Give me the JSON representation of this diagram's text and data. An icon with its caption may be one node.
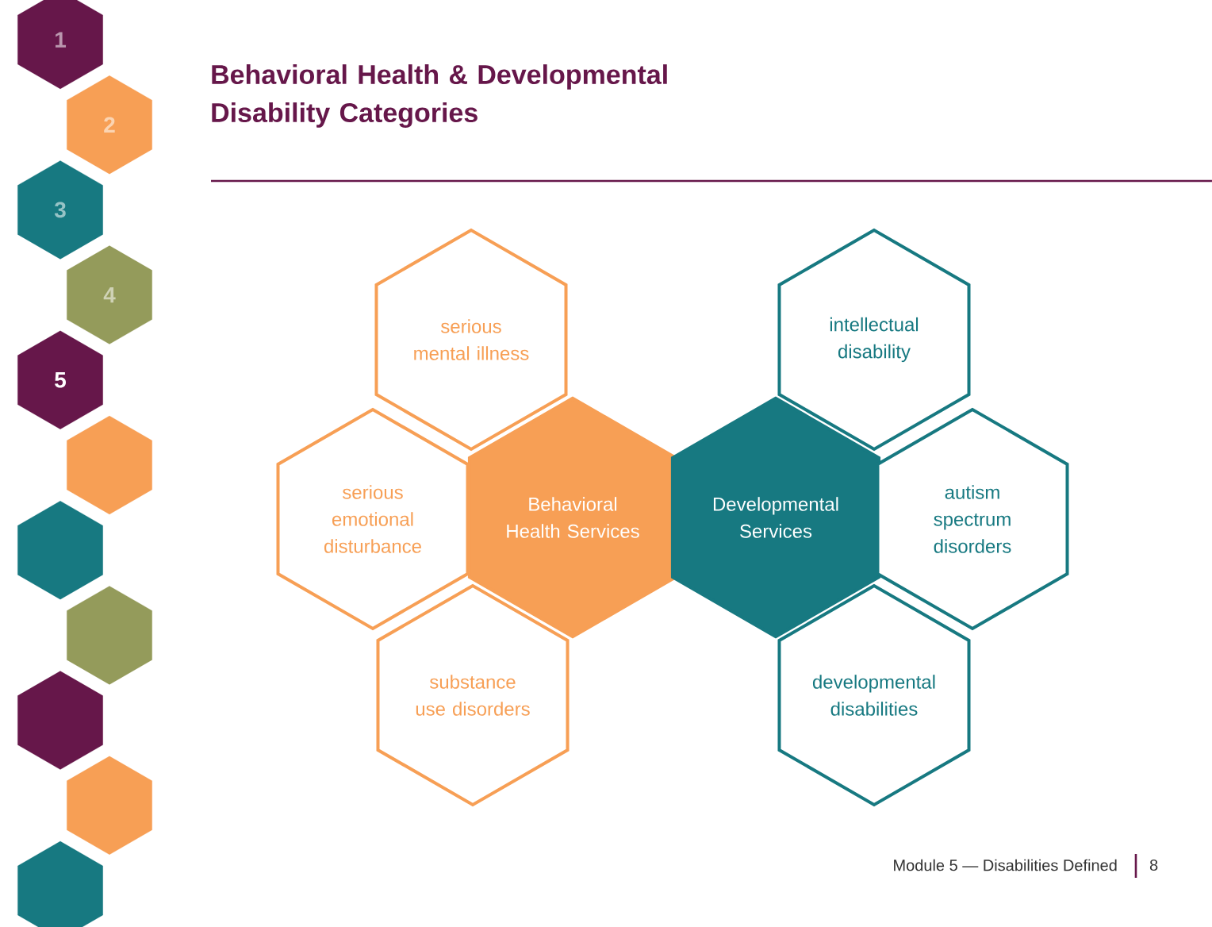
{
  "diagram": {
    "title": "Behavioral Health & Developmental Disability Categories",
    "nodes": [
      {
        "text": [
          "1"
        ]
      },
      {
        "text": [
          "2"
        ]
      },
      {
        "text": [
          "3"
        ]
      },
      {
        "text": [
          "4"
        ]
      },
      {
        "text": [
          "5"
        ]
      },
      {
        "text": [],
        "shape": "hexagon"
      },
      {
        "text": [],
        "shape": "hexagon"
      },
      {
        "text": [],
        "shape": "hexagon"
      },
      {
        "text": [],
        "shape": "hexagon"
      },
      {
        "text": [],
        "shape": "hexagon"
      },
      {
        "text": [],
        "shape": "hexagon"
      },
      {
        "text": [
          "serious mental illness"
        ]
      },
      {
        "text": [
          "serious emotional disturbance"
        ]
      },
      {
        "text": [
          "Behavioral Health Services"
        ]
      },
      {
        "text": [
          "substance use disorders"
        ]
      },
      {
        "text": [
          "intellectual disability"
        ]
      },
      {
        "text": [
          "Developmental Services"
        ]
      },
      {
        "text": [
          "autism spectrum disorders"
        ]
      },
      {
        "text": [
          "developmental disabilities"
        ]
      }
    ],
    "labels": [
      "Module 5 — Disabilities Defined",
      "8"
    ]
  }
}
